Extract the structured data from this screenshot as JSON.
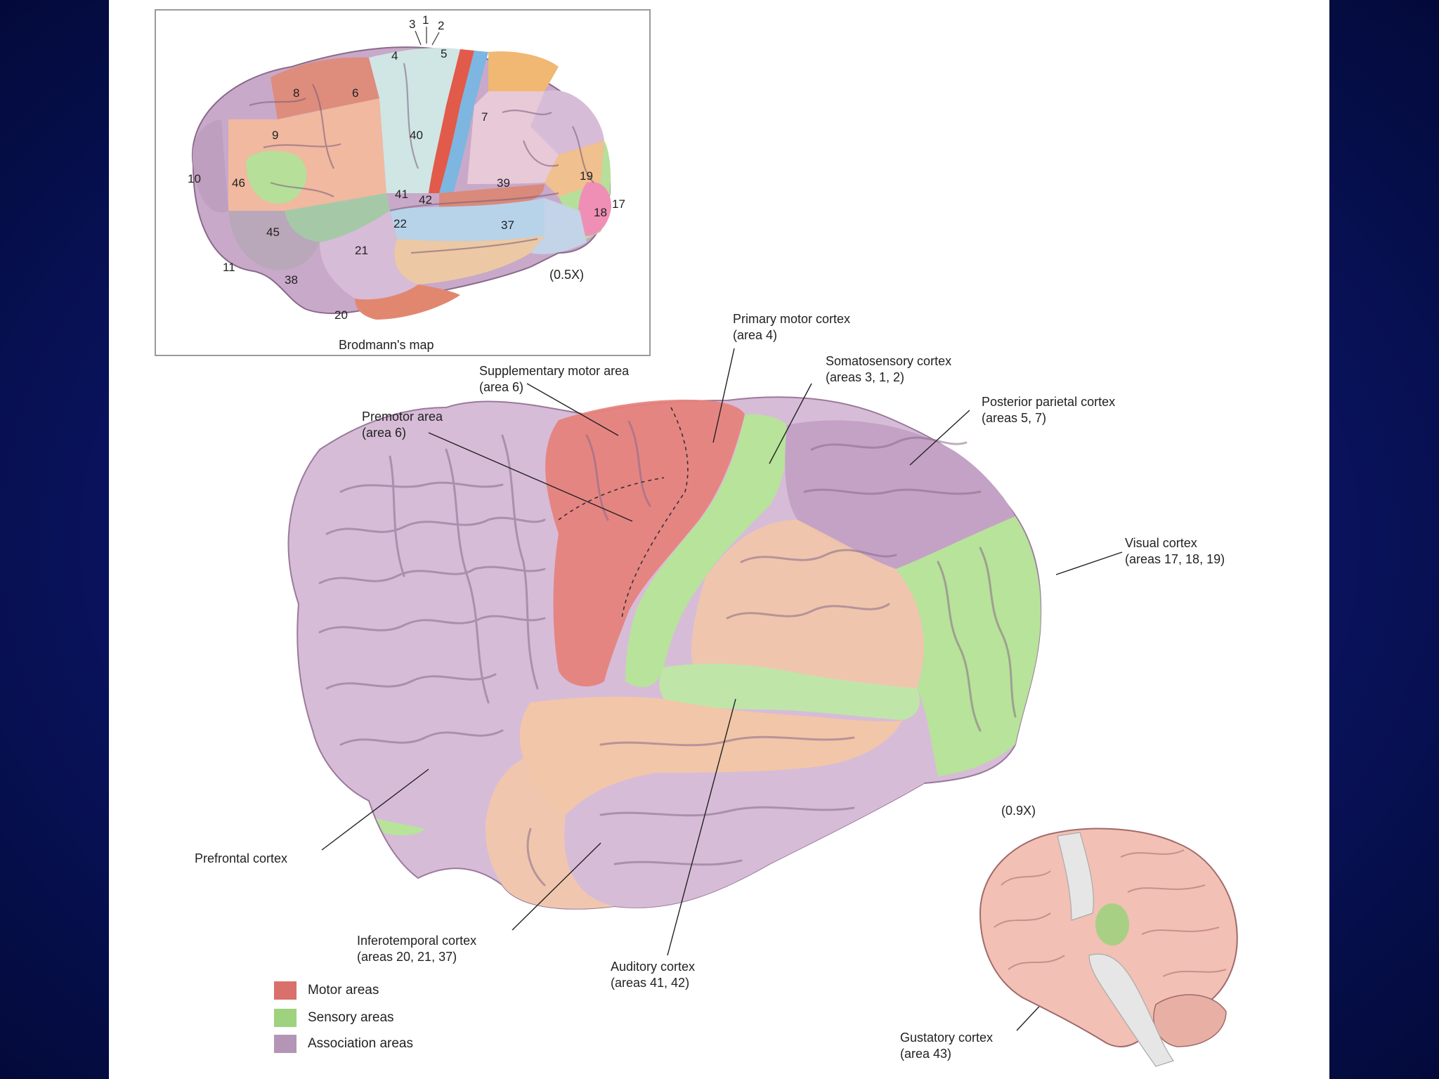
{
  "inset": {
    "caption": "Brodmann's map",
    "scale": "(0.5X)",
    "areas": [
      "3",
      "1",
      "2",
      "4",
      "5",
      "8",
      "6",
      "7",
      "9",
      "40",
      "10",
      "46",
      "39",
      "19",
      "41",
      "42",
      "17",
      "18",
      "22",
      "37",
      "45",
      "21",
      "11",
      "38",
      "20"
    ]
  },
  "main": {
    "scale": "(0.9X)",
    "labels": {
      "primary_motor": "Primary motor cortex",
      "primary_motor_area": "(area 4)",
      "supplementary": "Supplementary motor area",
      "supplementary_area": "(area 6)",
      "somatosensory": "Somatosensory cortex",
      "somatosensory_area": "(areas 3, 1, 2)",
      "premotor": "Premotor area",
      "premotor_area": "(area 6)",
      "posterior_parietal": "Posterior parietal cortex",
      "posterior_parietal_area": "(areas 5, 7)",
      "visual": "Visual cortex",
      "visual_area": "(areas 17, 18, 19)",
      "prefrontal": "Prefrontal cortex",
      "inferotemporal": "Inferotemporal cortex",
      "inferotemporal_area": "(areas 20, 21, 37)",
      "auditory": "Auditory cortex",
      "auditory_area": "(areas 41, 42)",
      "gustatory": "Gustatory cortex",
      "gustatory_area": "(area 43)"
    }
  },
  "legend": [
    {
      "label": "Motor areas",
      "color": "#d9706c"
    },
    {
      "label": "Sensory areas",
      "color": "#9ed27f"
    },
    {
      "label": "Association areas",
      "color": "#b495b5"
    }
  ],
  "colors": {
    "motor": "#e6807b",
    "sensory": "#b7e39a",
    "association": "#d7bcd8",
    "association_dark": "#c4a2c6",
    "peach": "#f2c6a8",
    "tan": "#ecc9a4",
    "blue": "#b7d3ea",
    "mint": "#cfe6e4",
    "pink": "#ef8fb6",
    "orange": "#f0b872",
    "inset_frame": "#9a9a9a"
  }
}
